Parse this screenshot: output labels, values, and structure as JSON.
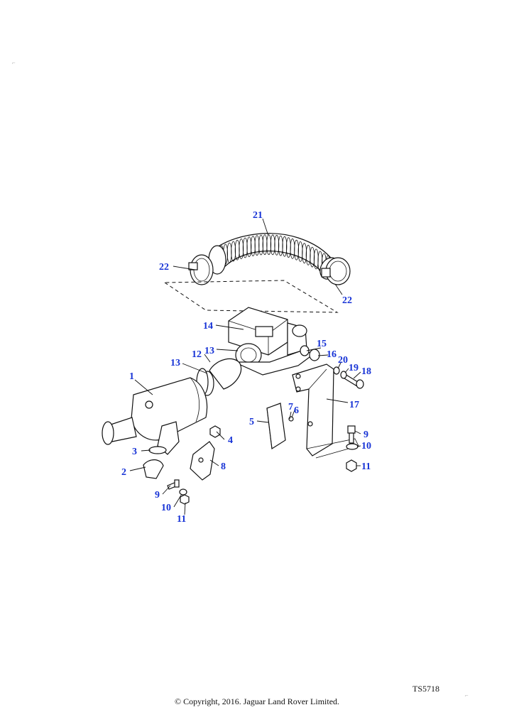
{
  "callouts": {
    "c1": "1",
    "c2": "2",
    "c3": "3",
    "c4": "4",
    "c5": "5",
    "c6": "6",
    "c7": "7",
    "c8": "8",
    "c9a": "9",
    "c9b": "9",
    "c10a": "10",
    "c10b": "10",
    "c11a": "11",
    "c11b": "11",
    "c12": "12",
    "c13a": "13",
    "c13b": "13",
    "c14": "14",
    "c15": "15",
    "c16": "16",
    "c17": "17",
    "c18": "18",
    "c19": "19",
    "c20": "20",
    "c21": "21",
    "c22a": "22",
    "c22b": "22"
  },
  "drawing_number": "TS5718",
  "copyright": "© Copyright, 2016. Jaguar Land Rover Limited.",
  "colors": {
    "callout": "#1733d6",
    "linework": "#111111"
  }
}
